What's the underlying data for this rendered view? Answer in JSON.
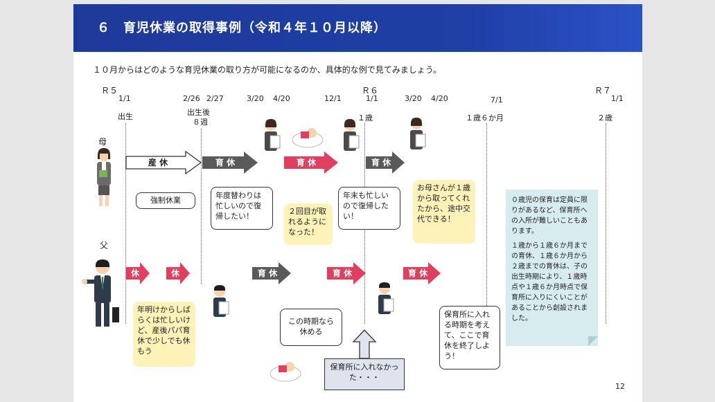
{
  "header": {
    "title": "６　育児休業の取得事例（令和４年１０月以降）"
  },
  "intro": "１０月からはどのような育児休業の取り方が可能になるのか、具体的な例で見てみましょう。",
  "timeline": {
    "r5": "Ｒ５",
    "r6": "Ｒ６",
    "r7": "Ｒ７",
    "d_r5_1_1": "1/1",
    "d_2_26": "2/26",
    "d_2_27": "2/27",
    "d_3_20a": "3/20",
    "d_4_20a": "4/20",
    "d_12_1": "12/1",
    "d_r6_1_1": "1/1",
    "d_3_20b": "3/20",
    "d_4_20b": "4/20",
    "d_7_1": "7/1",
    "d_r7_1_1": "1/1",
    "ev_birth": "出生",
    "ev_8w_1": "出生後",
    "ev_8w_2": "８週",
    "ev_1y": "１歳",
    "ev_1y6m": "１歳６か月",
    "ev_2y": "２歳"
  },
  "roles": {
    "mother": "母",
    "father": "父"
  },
  "arrows": {
    "sankyu": "産 休",
    "ikukyu": "育 休",
    "kyu": "休"
  },
  "bubbles": {
    "kyosei": "強制休業",
    "mother_q1": "年度替わりは忙しいので復帰したい！",
    "father_second": "２回目が取れるようになった！",
    "mother_q2": "年末も忙しいので復帰したい！",
    "mother_swap": "お母さんが１歳から取ってくれたから、途中交代できる！",
    "father_busy": "年明けからしばらくは忙しいけど、産後パパ育休で少しでも休もう",
    "father_can": "この時期なら休める",
    "hoikusho_fail": "保育所に入れなかった・・・",
    "father_end": "保育所に入れる時期を考えて、ここで育休を終了しよう！"
  },
  "note": {
    "p1": "０歳児の保育は定員に限りがあるなど、保育所への入所が難しいこともあります。",
    "p2": "１歳から１歳６か月までの育休、１歳６か月から２歳までの育休は、子の出生時期により、１歳時点や１歳６か月時点で保育所に入りにくいことがあることから創設されました。"
  },
  "page_number": "12",
  "colors": {
    "header": "#1f3fa6",
    "pink": "#e0405e",
    "gray": "#5a5a5a",
    "yellow": "#fdf2b8",
    "note": "#d6ecef"
  }
}
